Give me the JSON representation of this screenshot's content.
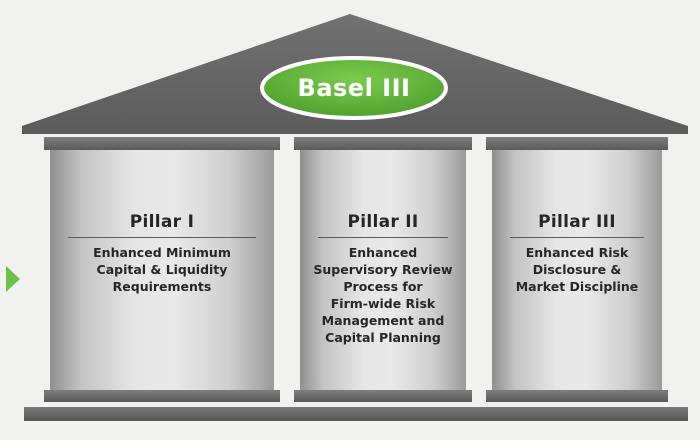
{
  "title": "Basel III",
  "pillars": [
    {
      "name": "Pillar I",
      "lines": [
        "Enhanced Minimum",
        "Capital & Liquidity",
        "Requirements"
      ]
    },
    {
      "name": "Pillar II",
      "lines": [
        "Enhanced",
        "Supervisory Review",
        "Process for",
        "Firm-wide Risk",
        "Management and",
        "Capital Planning"
      ]
    },
    {
      "name": "Pillar III",
      "lines": [
        "Enhanced Risk",
        "Disclosure &",
        "Market Discipline"
      ]
    }
  ],
  "colors": {
    "roof": "#6a6a6a",
    "accent_green": "#5cb03a",
    "pointer_green": "#6cc04a"
  },
  "icons": [
    "play-arrow-icon"
  ]
}
